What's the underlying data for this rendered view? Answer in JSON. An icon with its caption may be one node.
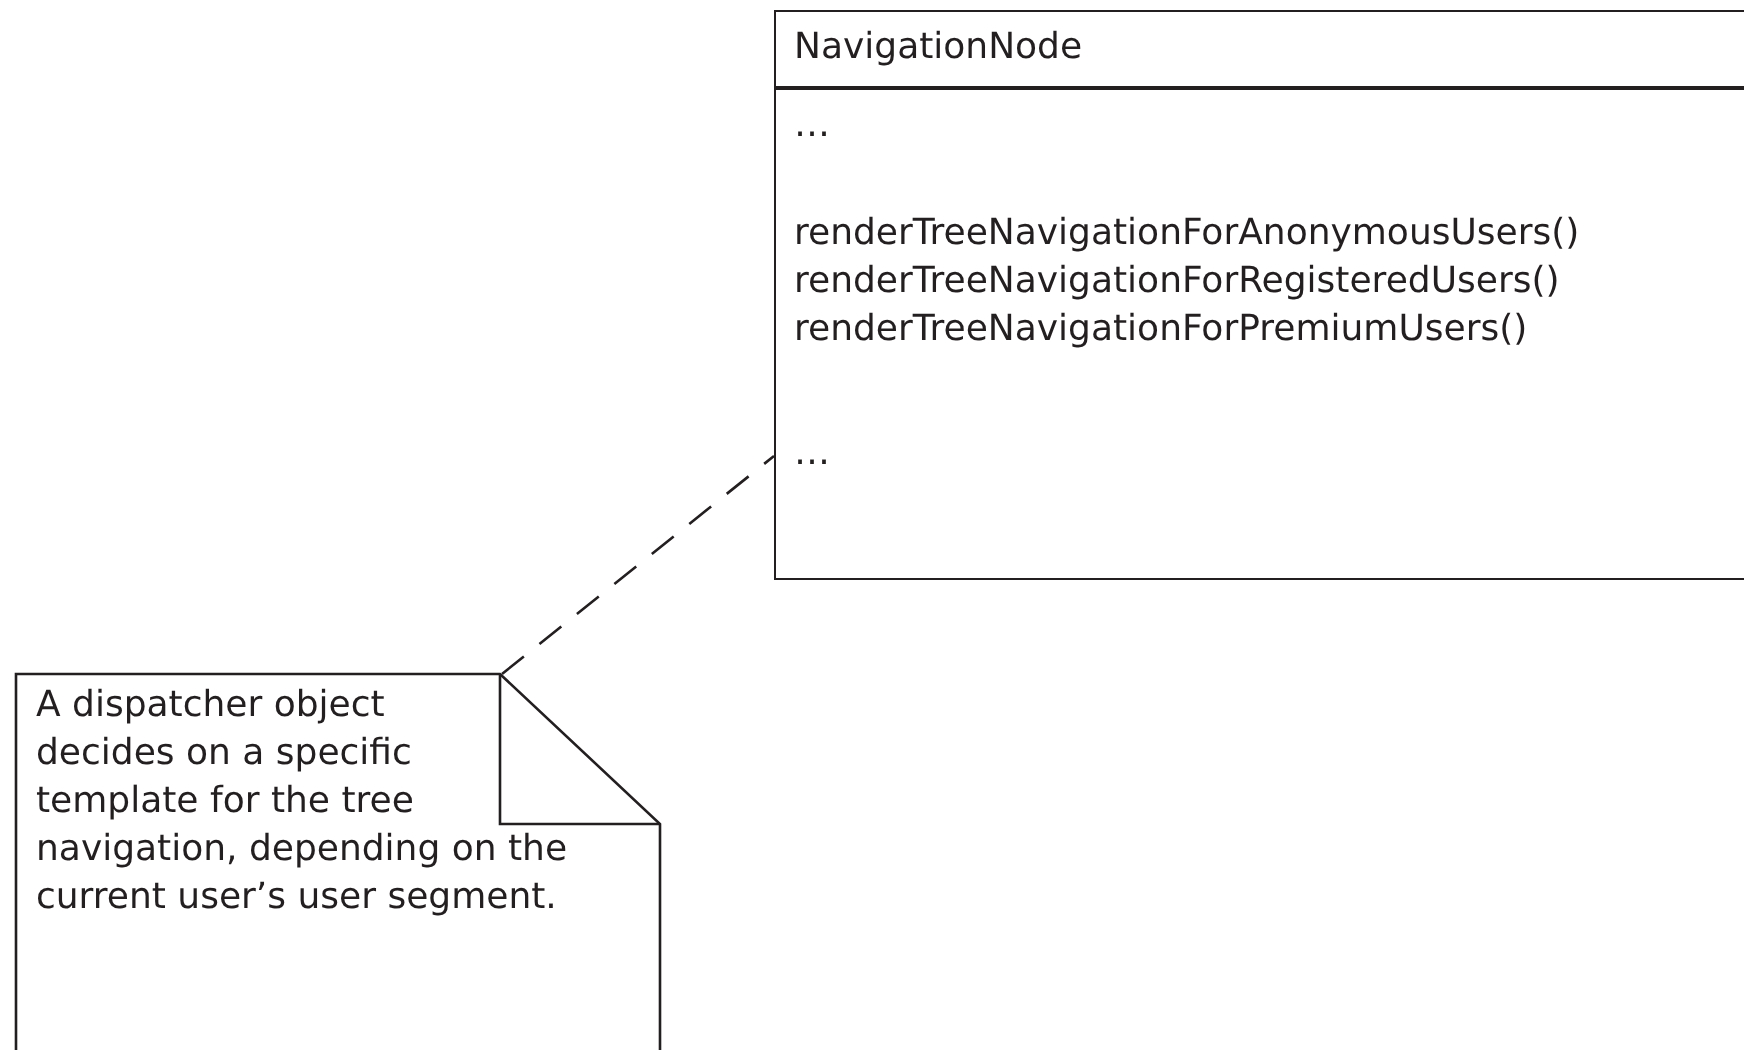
{
  "diagram": {
    "nodes": [
      {
        "text": [
          "NavigationNode",
          "…",
          "renderTreeNavigationForAnonymousUsers()",
          "renderTreeNavigationForRegisteredUsers()",
          "renderTreeNavigationForPremiumUsers()",
          "…"
        ]
      },
      {
        "text": [
          "A dispatcher object decides on a specific template for the tree navigation, depending on the current user’s user segment."
        ]
      }
    ],
    "edges": [
      {
        "from": 1,
        "to": 0,
        "arrow": "none",
        "style": "dashed"
      }
    ]
  }
}
